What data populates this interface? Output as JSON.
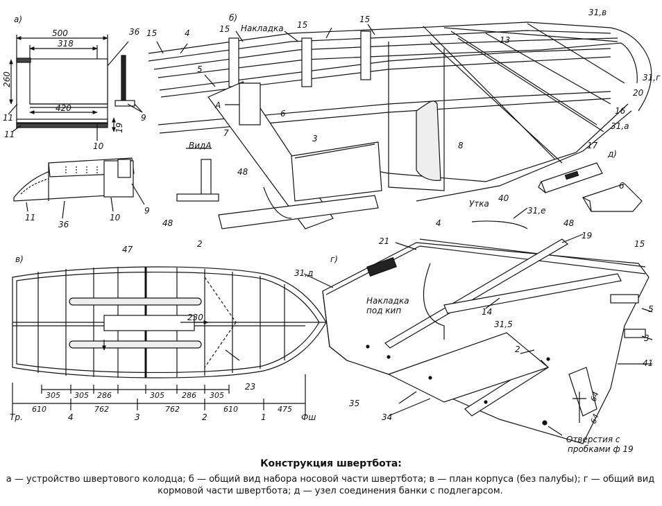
{
  "caption": {
    "title": "Конструкция швертбота:",
    "text": "а — устройство швертового колодца; б — общий вид набора носовой части швертбота; в — план корпуса (без палубы); г — общий вид кормовой части швертбота; д — узел соединения банки с подлегарсом."
  },
  "panels": {
    "a": {
      "letter": "а)",
      "dims": {
        "d500": "500",
        "d318": "318",
        "d420": "420",
        "d260": "260",
        "d19": "19"
      },
      "parts": {
        "p36": "36",
        "p36b": "36",
        "p9": "9",
        "p9b": "9",
        "p10": "10",
        "p10b": "10",
        "p11": "11",
        "p11b": "11",
        "p11c": "11"
      }
    },
    "b": {
      "letter": "б)",
      "nakladka": "Накладка",
      "vid_a": "ВидА",
      "a_mark": "A",
      "utka": "Утка",
      "parts": {
        "p15a": "15",
        "p15b": "15",
        "p15c": "15",
        "p15d": "15",
        "p4": "4",
        "p4b": "4",
        "p5": "5",
        "p6": "6",
        "p3": "3",
        "p7": "7",
        "p48": "48",
        "p48b": "48",
        "p2": "2",
        "p8": "8",
        "p40": "40",
        "p13": "13",
        "p16": "16",
        "p17": "17",
        "p20": "20",
        "p31v": "31,в",
        "p31g": "31,г",
        "p31a": "31,а"
      }
    },
    "d": {
      "letter": "д)",
      "parts": {
        "p6": "6",
        "p48": "48"
      }
    },
    "v": {
      "letter": "в)",
      "parts": {
        "p47": "47",
        "p230": "230",
        "p23": "23"
      },
      "dims_row1": [
        "305",
        "305",
        "286",
        "305",
        "286",
        "305"
      ],
      "dims_row2": [
        "610",
        "762",
        "762",
        "610",
        "475"
      ],
      "stations": {
        "tr": "Тр.",
        "s4": "4",
        "s3": "3",
        "s2": "2",
        "s1": "1",
        "fsh": "Фш"
      }
    },
    "g": {
      "letter": "г)",
      "nakladka_line1": "Накладка",
      "nakladka_line2": "под кип",
      "holes_line1": "Отверстия с",
      "holes_line2": "пробками ф 19",
      "parts": {
        "p21": "21",
        "p31e": "31,е",
        "p19": "19",
        "p15": "15",
        "p31d": "31,д",
        "p14": "14",
        "p315": "31,5",
        "p5": "5",
        "p3": "3",
        "p2": "2",
        "p41": "41",
        "p35": "35",
        "p34": "34",
        "p64a": "64",
        "p64b": "64"
      }
    }
  }
}
